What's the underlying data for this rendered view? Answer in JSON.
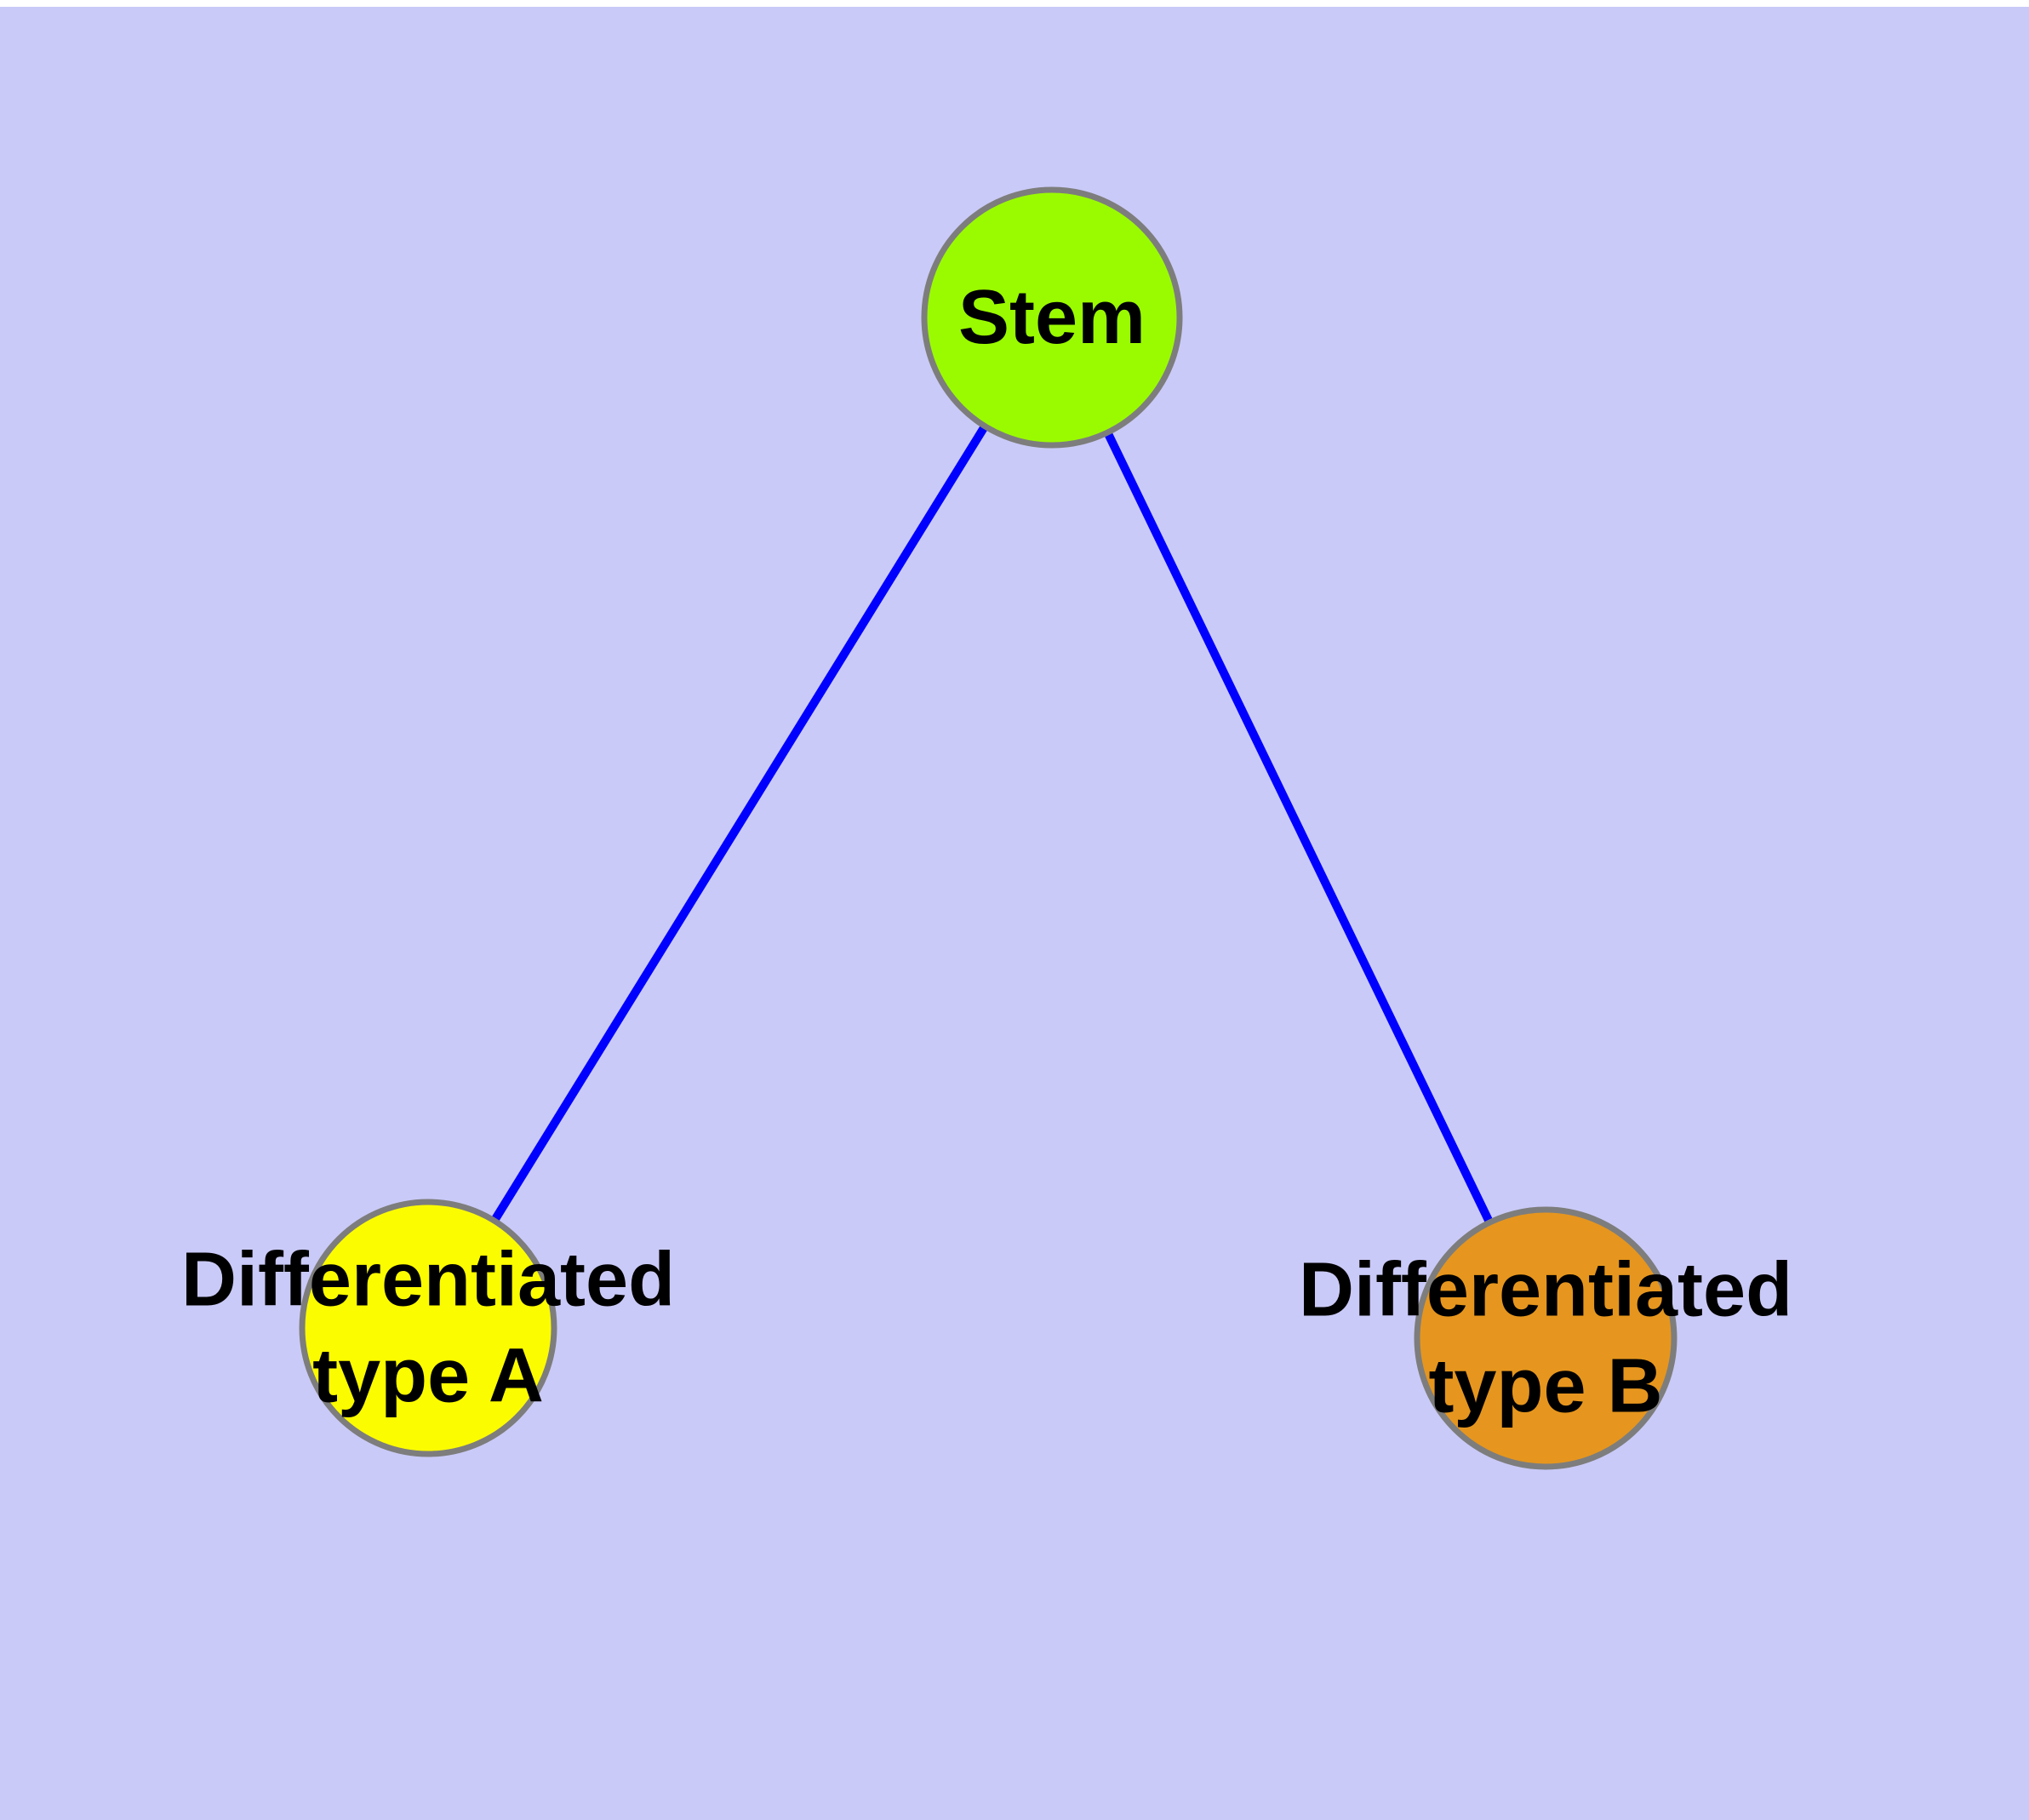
{
  "diagram": {
    "type": "graph",
    "colors": {
      "background": "#CACAF8",
      "top_margin": "#FFFFFF",
      "edge": "#0000FF",
      "node_border": "#7D7D7D",
      "label_text": "#000000",
      "stem_fill": "#9AFB00",
      "type_a_fill": "#FCFC00",
      "type_b_fill": "#E6961E"
    },
    "nodes": [
      {
        "id": "stem",
        "label": "Stem",
        "lines": [
          "Stem"
        ],
        "fill": "#9AFB00"
      },
      {
        "id": "differentiated-type-a",
        "label": "Differentiated type A",
        "lines": [
          "Differentiated",
          "type A"
        ],
        "fill": "#FCFC00"
      },
      {
        "id": "differentiated-type-b",
        "label": "Differentiated type B",
        "lines": [
          "Differentiated",
          "type B"
        ],
        "fill": "#E6961E"
      }
    ],
    "edges": [
      {
        "from": "stem",
        "to": "differentiated-type-a"
      },
      {
        "from": "stem",
        "to": "differentiated-type-b"
      }
    ]
  }
}
